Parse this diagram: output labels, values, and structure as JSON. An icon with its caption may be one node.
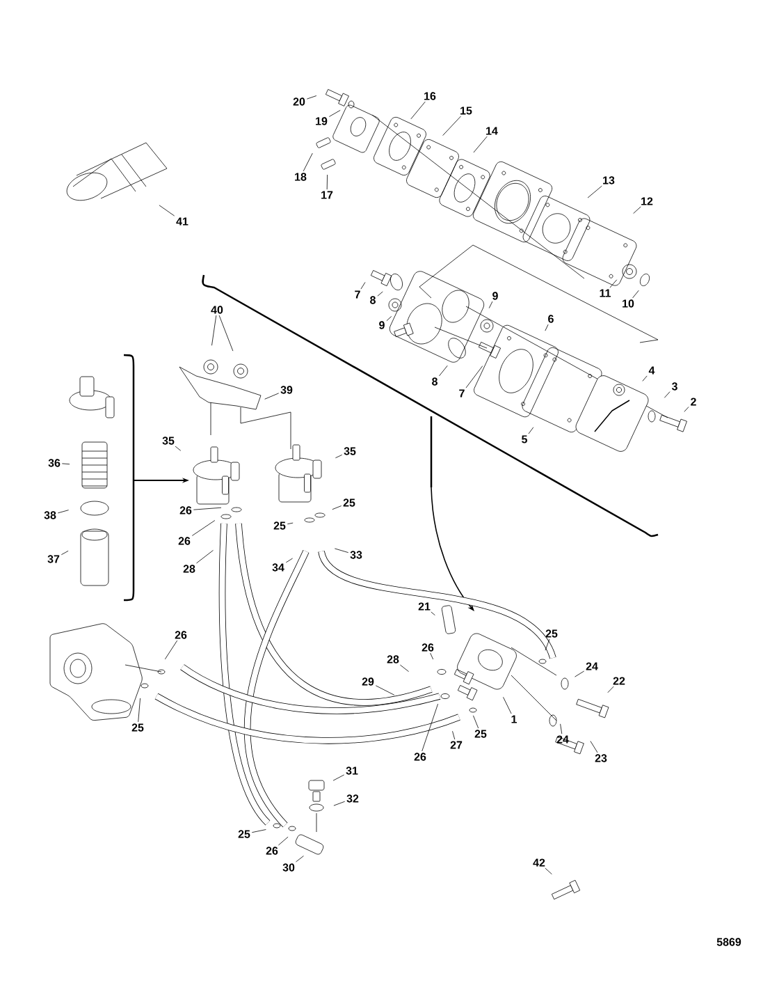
{
  "diagram": {
    "nodes": [
      {
        "text": [
          "20"
        ]
      },
      {
        "text": [
          "16"
        ]
      },
      {
        "text": [
          "19"
        ]
      },
      {
        "text": [
          "15"
        ]
      },
      {
        "text": [
          "14"
        ]
      },
      {
        "text": [
          "18"
        ]
      },
      {
        "text": [
          "17"
        ]
      },
      {
        "text": [
          "13"
        ]
      },
      {
        "text": [
          "12"
        ]
      },
      {
        "text": [
          "41"
        ]
      },
      {
        "text": [
          "7"
        ]
      },
      {
        "text": [
          "8"
        ]
      },
      {
        "text": [
          "9"
        ]
      },
      {
        "text": [
          "11"
        ]
      },
      {
        "text": [
          "10"
        ]
      },
      {
        "text": [
          "40"
        ]
      },
      {
        "text": [
          "9"
        ]
      },
      {
        "text": [
          "6"
        ]
      },
      {
        "text": [
          "4"
        ]
      },
      {
        "text": [
          "8"
        ]
      },
      {
        "text": [
          "3"
        ]
      },
      {
        "text": [
          "7"
        ]
      },
      {
        "text": [
          "2"
        ]
      },
      {
        "text": [
          "39"
        ]
      },
      {
        "text": [
          "5"
        ]
      },
      {
        "text": [
          "35"
        ]
      },
      {
        "text": [
          "35"
        ]
      },
      {
        "text": [
          "36"
        ]
      },
      {
        "text": [
          "26"
        ]
      },
      {
        "text": [
          "25"
        ]
      },
      {
        "text": [
          "38"
        ]
      },
      {
        "text": [
          "25"
        ]
      },
      {
        "text": [
          "26"
        ]
      },
      {
        "text": [
          "33"
        ]
      },
      {
        "text": [
          "37"
        ]
      },
      {
        "text": [
          "28"
        ]
      },
      {
        "text": [
          "34"
        ]
      },
      {
        "text": [
          "21"
        ]
      },
      {
        "text": [
          "26"
        ]
      },
      {
        "text": [
          "25"
        ]
      },
      {
        "text": [
          "26"
        ]
      },
      {
        "text": [
          "28"
        ]
      },
      {
        "text": [
          "24"
        ]
      },
      {
        "text": [
          "22"
        ]
      },
      {
        "text": [
          "29"
        ]
      },
      {
        "text": [
          "1"
        ]
      },
      {
        "text": [
          "25"
        ]
      },
      {
        "text": [
          "25"
        ]
      },
      {
        "text": [
          "27"
        ]
      },
      {
        "text": [
          "24"
        ]
      },
      {
        "text": [
          "26"
        ]
      },
      {
        "text": [
          "23"
        ]
      },
      {
        "text": [
          "31"
        ]
      },
      {
        "text": [
          "32"
        ]
      },
      {
        "text": [
          "25"
        ]
      },
      {
        "text": [
          "26"
        ]
      },
      {
        "text": [
          "30"
        ]
      },
      {
        "text": [
          "42"
        ]
      }
    ],
    "edges": [
      {
        "from": 0,
        "to": null,
        "arrow": "none"
      },
      {
        "from": 1,
        "to": null,
        "arrow": "none"
      },
      {
        "from": 2,
        "to": null,
        "arrow": "none"
      },
      {
        "from": 3,
        "to": null,
        "arrow": "none"
      },
      {
        "from": 4,
        "to": null,
        "arrow": "none"
      },
      {
        "from": 5,
        "to": null,
        "arrow": "none"
      },
      {
        "from": 6,
        "to": null,
        "arrow": "none"
      },
      {
        "from": 7,
        "to": null,
        "arrow": "none"
      },
      {
        "from": 8,
        "to": null,
        "arrow": "none"
      },
      {
        "from": 9,
        "to": null,
        "arrow": "none"
      },
      {
        "from": 10,
        "to": null,
        "arrow": "none"
      },
      {
        "from": 11,
        "to": null,
        "arrow": "none"
      },
      {
        "from": 12,
        "to": null,
        "arrow": "none"
      },
      {
        "from": 13,
        "to": null,
        "arrow": "none"
      },
      {
        "from": 14,
        "to": null,
        "arrow": "none"
      },
      {
        "from": 15,
        "to": null,
        "arrow": "none"
      },
      {
        "from": 15,
        "to": null,
        "arrow": "none"
      },
      {
        "from": 16,
        "to": null,
        "arrow": "none"
      },
      {
        "from": 17,
        "to": null,
        "arrow": "none"
      },
      {
        "from": 18,
        "to": null,
        "arrow": "none"
      },
      {
        "from": 19,
        "to": null,
        "arrow": "none"
      },
      {
        "from": 20,
        "to": null,
        "arrow": "none"
      },
      {
        "from": 21,
        "to": null,
        "arrow": "none"
      },
      {
        "from": 22,
        "to": null,
        "arrow": "none"
      },
      {
        "from": 23,
        "to": null,
        "arrow": "none"
      },
      {
        "from": 24,
        "to": null,
        "arrow": "none"
      },
      {
        "from": 25,
        "to": null,
        "arrow": "none"
      },
      {
        "from": 26,
        "to": null,
        "arrow": "none"
      },
      {
        "from": 27,
        "to": null,
        "arrow": "none"
      },
      {
        "from": 28,
        "to": null,
        "arrow": "none"
      },
      {
        "from": 29,
        "to": null,
        "arrow": "none"
      },
      {
        "from": 30,
        "to": null,
        "arrow": "none"
      },
      {
        "from": 31,
        "to": null,
        "arrow": "none"
      },
      {
        "from": 32,
        "to": null,
        "arrow": "none"
      },
      {
        "from": 33,
        "to": null,
        "arrow": "none"
      },
      {
        "from": 34,
        "to": null,
        "arrow": "none"
      },
      {
        "from": 35,
        "to": null,
        "arrow": "none"
      },
      {
        "from": 36,
        "to": null,
        "arrow": "none"
      },
      {
        "from": 37,
        "to": null,
        "arrow": "none"
      },
      {
        "from": 38,
        "to": null,
        "arrow": "none"
      },
      {
        "from": 39,
        "to": null,
        "arrow": "none"
      },
      {
        "from": 40,
        "to": null,
        "arrow": "none"
      },
      {
        "from": 41,
        "to": null,
        "arrow": "none"
      },
      {
        "from": 42,
        "to": null,
        "arrow": "none"
      },
      {
        "from": 43,
        "to": null,
        "arrow": "none"
      },
      {
        "from": 44,
        "to": null,
        "arrow": "none"
      },
      {
        "from": 45,
        "to": null,
        "arrow": "none"
      },
      {
        "from": 46,
        "to": null,
        "arrow": "none"
      },
      {
        "from": 47,
        "to": null,
        "arrow": "none"
      },
      {
        "from": 48,
        "to": null,
        "arrow": "none"
      },
      {
        "from": 49,
        "to": null,
        "arrow": "none"
      },
      {
        "from": 50,
        "to": null,
        "arrow": "none"
      },
      {
        "from": 51,
        "to": null,
        "arrow": "none"
      },
      {
        "from": 52,
        "to": null,
        "arrow": "none"
      },
      {
        "from": 53,
        "to": null,
        "arrow": "none"
      },
      {
        "from": 54,
        "to": null,
        "arrow": "none"
      },
      {
        "from": 55,
        "to": null,
        "arrow": "none"
      },
      {
        "from": 56,
        "to": null,
        "arrow": "none"
      },
      {
        "from": 57,
        "to": null,
        "arrow": "none"
      }
    ],
    "labels": [
      "5869"
    ]
  }
}
